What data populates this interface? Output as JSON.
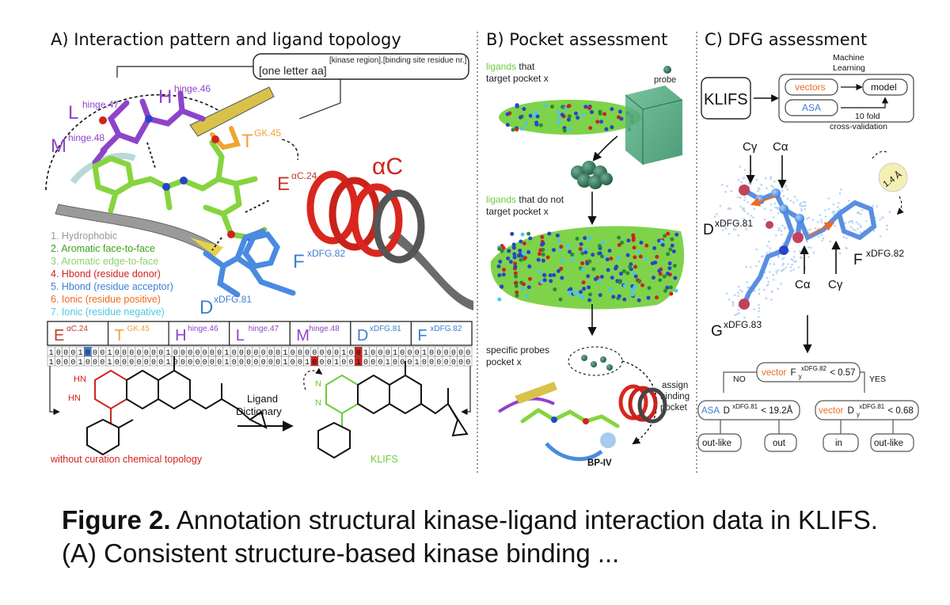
{
  "panels": {
    "a_title": "A) Interaction pattern and ligand topology",
    "b_title": "B) Pocket assessment",
    "c_title": "C) DFG assessment"
  },
  "panel_a": {
    "notation_super": "[kinase region].[binding site residue nr.]",
    "notation_main": "[one letter aa]",
    "residues": [
      {
        "letter": "L",
        "sup": "hinge.47",
        "color": "#8e44c9"
      },
      {
        "letter": "H",
        "sup": "hinge.46",
        "color": "#8e44c9"
      },
      {
        "letter": "M",
        "sup": "hinge.48",
        "color": "#8e44c9"
      },
      {
        "letter": "T",
        "sup": "GK.45",
        "color": "#f2a33a"
      },
      {
        "letter": "E",
        "sup": "αC.24",
        "color": "#c0392b"
      },
      {
        "letter": "F",
        "sup": "xDFG.82",
        "color": "#3d7fd1"
      },
      {
        "letter": "D",
        "sup": "xDFG.81",
        "color": "#3d7fd1"
      }
    ],
    "helix_label": "αC",
    "legend": [
      {
        "text": "1. Hydrophobic",
        "color": "#9a9a9a"
      },
      {
        "text": "2. Aromatic face-to-face",
        "color": "#3aa21b"
      },
      {
        "text": "3. Aromatic edge-to-face",
        "color": "#8cd36a"
      },
      {
        "text": "4. Hbond (residue donor)",
        "color": "#d0231f"
      },
      {
        "text": "5. Hbond (residue acceptor)",
        "color": "#3d7fd1"
      },
      {
        "text": "6. Ionic (residue positive)",
        "color": "#ef6a1f"
      },
      {
        "text": "7. Ionic (residue negative)",
        "color": "#4fc6e8"
      }
    ],
    "fingerprint_headers": [
      {
        "letter": "E",
        "sup": "αC.24",
        "color": "#c0392b"
      },
      {
        "letter": "T",
        "sup": "GK.45",
        "color": "#f2a33a"
      },
      {
        "letter": "H",
        "sup": "hinge.46",
        "color": "#8e44c9"
      },
      {
        "letter": "L",
        "sup": "hinge.47",
        "color": "#8e44c9"
      },
      {
        "letter": "M",
        "sup": "hinge.48",
        "color": "#8e44c9"
      },
      {
        "letter": "D",
        "sup": "xDFG.81",
        "color": "#3d7fd1"
      },
      {
        "letter": "F",
        "sup": "xDFG.82",
        "color": "#3d7fd1"
      }
    ],
    "fingerprint_rows": [
      "1000100010000000100000001000000010000000100100010001000000",
      "1000100010000000100000001000000010010001001000100010000000"
    ],
    "ligand_dictionary": "Ligand\nDictionary",
    "ligand_dictionary_l1": "Ligand",
    "ligand_dictionary_l2": "Dictionary",
    "left_caption": "without curation chemical topology",
    "right_caption": "KLIFS"
  },
  "panel_b": {
    "top_label_green": "ligands",
    "top_label_rest": " that",
    "top_label_l2": "target pocket x",
    "probe": "probe",
    "mid_label_green": "ligands",
    "mid_label_rest": " that do not",
    "mid_label_l2": "target pocket x",
    "specific_l1": "specific probes",
    "specific_l2": "pocket x",
    "assign_l1": "assign",
    "assign_l2": "binding",
    "assign_l3": "pocket",
    "bp": "BP-IV"
  },
  "panel_c": {
    "klifs": "KLIFS",
    "vectors": "vectors",
    "asa": "ASA",
    "model": "model",
    "ml_l1": "Machine",
    "ml_l2": "Learning",
    "cv_l1": "10 fold",
    "cv_l2": "cross-validation",
    "cgamma": "Cγ",
    "calpha": "Cα",
    "dist": "1.4 Å",
    "res_d": {
      "letter": "D",
      "sup": "xDFG.81"
    },
    "res_f": {
      "letter": "F",
      "sup": "xDFG.82"
    },
    "res_g": {
      "letter": "G",
      "sup": "xDFG.83"
    },
    "tree": {
      "root_word": "vector",
      "root_var": "F",
      "root_sub": "y",
      "root_sup": "xDFG.82",
      "root_cond": "< 0.57",
      "no": "NO",
      "yes": "YES",
      "left_word": "ASA",
      "left_var": "D",
      "left_sup": "xDFG.81",
      "left_cond": "< 19.2Å",
      "right_word": "vector",
      "right_var": "D",
      "right_sub": "y",
      "right_sup": "xDFG.81",
      "right_cond": "< 0.68",
      "leaves": [
        "out-like",
        "out",
        "in",
        "out-like"
      ]
    }
  },
  "caption": {
    "label": "Figure 2.",
    "text": " Annotation structural kinase-ligand interaction data in KLIFS. (A) Consistent structure-based kinase binding ..."
  }
}
